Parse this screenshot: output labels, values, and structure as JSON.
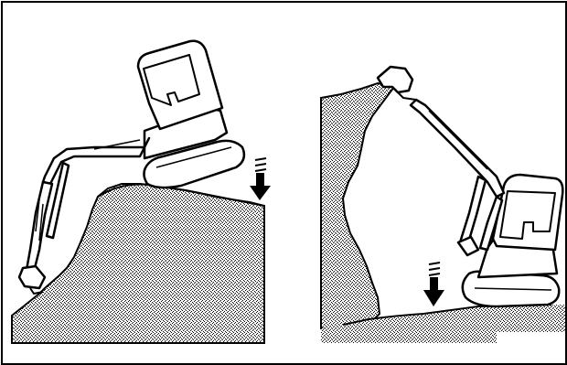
{
  "figure": {
    "panels": [
      {
        "id": "left",
        "subject": "excavator-tipping-off-edge"
      },
      {
        "id": "right",
        "subject": "excavator-digging-under-overhang"
      }
    ],
    "colors": {
      "line": "#000000",
      "background": "#ffffff",
      "ground_stipple": "#000000"
    }
  }
}
